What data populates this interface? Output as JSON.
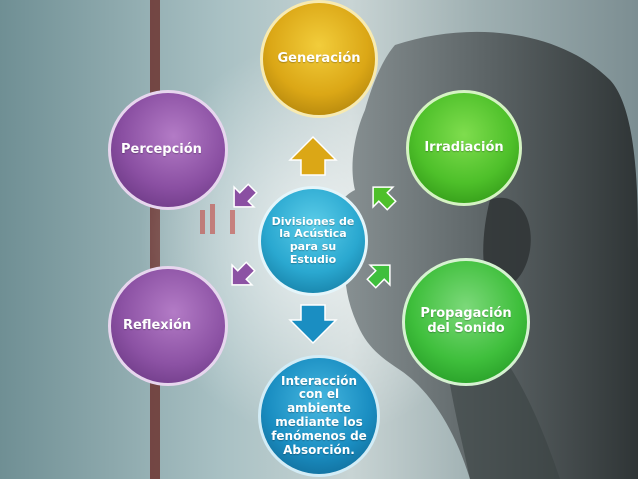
{
  "diagram": {
    "center": {
      "label": "Divisiones de la Acústica para su Estudio"
    },
    "nodes": {
      "generacion": {
        "label": "Generación",
        "color": "#dba716"
      },
      "irradiacion": {
        "label": "Irradiación",
        "color": "#4ec02a"
      },
      "propagacion": {
        "label": "Propagación del Sonido",
        "color": "#3fbf3c"
      },
      "interaccion": {
        "label": "Interacción con el ambiente mediante los fenómenos de Absorción.",
        "color": "#1a8ec2"
      },
      "reflexion": {
        "label": "Reflexión",
        "color": "#8c52a4"
      },
      "percepcion": {
        "label": "Percepción",
        "color": "#8a4fa2"
      }
    }
  }
}
